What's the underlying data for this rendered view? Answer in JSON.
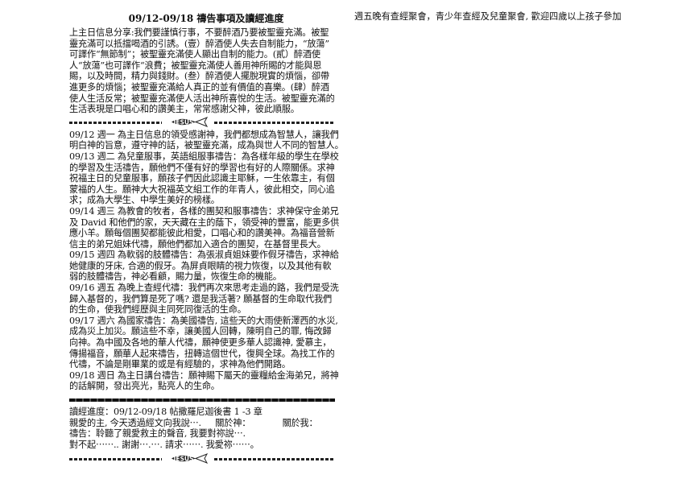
{
  "title": "09/12-09/18 禱告事項及讀經進度",
  "intro_lines": [
    "上主日信息分享:我們要謹慎行事，不要醉酒乃要被聖靈充滿。被聖",
    "靈充滿可以抵擋喝酒的引誘。(壹）醉酒使人失去自制能力，“放蕩”",
    "可譯作“無節制”；被聖靈充滿使人顯出自制的能力。(貳）醉酒使",
    "人“放蕩”也可譯作“浪費；被聖靈充滿使人善用神所賜的才能與恩",
    "賜，以及時間，精力與錢財。(叁）醉酒使人擺脫現實的煩惱，卻帶",
    "進更多的煩惱；被聖靈充滿給人真正的並有價值的喜樂。(肆）醉酒",
    "使人生活反常；被聖靈充滿使人活出神所喜悅的生活。被聖靈充滿的",
    "生活表現是口唱心和的讚美主，常常感謝父神，彼此順服。"
  ],
  "divider_logo": "JESUS",
  "prayer_lines": [
    "09/12 週一  為主日信息的領受感謝神，我們都想成為智慧人，讓我們",
    "明白神的旨意，遵守神的話，被聖靈充滿，成為與世人不同的智慧人。",
    "09/13 週二  為兒童服事，英語組服事禱告：為各樣年級的學生在學校",
    "的學習及生活禱告，願他們不僅有好的學習也有好的人際關係。求神",
    "祝福主日的兒童服事，願孩子們因此認識主耶穌，一生依靠主，有個",
    "蒙福的人生。願神大大祝福英文組工作的年青人，彼此相交，同心追",
    "求；成為大學生、中學生美好的榜樣。",
    "09/14 週三  為教會的牧者，各樣的團契和服事禱告：求神保守金弟兄",
    "及 David 和他們的家，天天藏在主的蔭下，領受神的豐富，能更多供",
    "應小羊。願每個團契都能彼此相愛，口唱心和的讚美神。為福音營新",
    "信主的弟兄姐妹代禱，願他們都加入適合的團契，在基督里長大。",
    "09/15 週四  為軟弱的肢體禱告：為張淑貞姐妹要作假牙禱告，求神給",
    "她健康的牙床, 合適的假牙。為屏貞眼睛的視力恢復，以及其他有軟",
    "弱的肢體禱告，神必看顧，賜力量，恢復生命的機能。",
    "09/16  週五  為晚上查經代禱：我們再次來思考走過的路，我們是受洗",
    "歸入基督的，我們算是死了嗎? 還是我活著? 願基督的生命取代我們",
    "的生命，使我們經歷與主同死同復活的生命。",
    "09/17  週六  為國家禱告：為美國禱告, 這些天的大雨使新澤西的水災,",
    "成為災上加災。願這些不幸，讓美國人回轉，陳明自己的罪, 悔改歸",
    "向神。為中國及各地的華人代禱，願神使更多華人認識神, 愛慕主，",
    "傳揚福音，願華人起來禱告，扭轉這個世代，復興全球。為找工作的",
    "代禱，不論是剛畢業的或是有經驗的，求神為他們開路。",
    "09/18  週日  為主日講台禱告：願神賜下屬天的靈糧給金海弟兄，將神",
    "的話解開，發出亮光，點亮人的生命。"
  ],
  "reading": {
    "schedule": "讀經進度：09/12-09/18    帖撒羅尼迦後書 1 -3 章",
    "prompt": "親愛的主, 今天透過經文向我說⋯.",
    "about_god": "關於神：",
    "about_me": "關於我：",
    "prayer": "禱告：聆聽了親愛救主的聲音, 我要對祢說⋯.",
    "responses": "對不起⋯⋯..  謝謝⋯.⋯.  請求⋯⋯.      我愛祢⋯⋯。"
  },
  "right_column": {
    "announcement": "週五晚有查經聚會，青少年查經及兒童聚會, 歡迎四歲以上孩子參加"
  }
}
